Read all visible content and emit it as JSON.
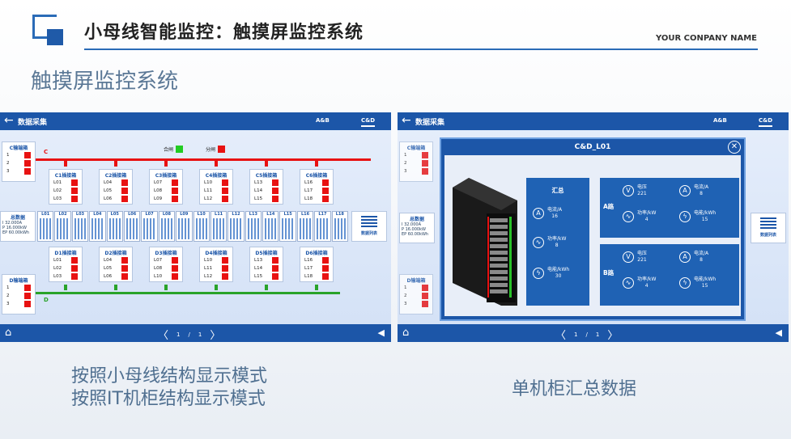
{
  "header": {
    "title": "小母线智能监控：触摸屏监控系统",
    "company": "YOUR CONPANY NAME",
    "subtitle": "触摸屏监控系统"
  },
  "common": {
    "back_icon": "←",
    "screen_title": "数据采集",
    "tab_ab": "A&B",
    "tab_cd": "C&D",
    "home_icon": "⌂",
    "prev_icon": "〈",
    "next_icon": "〉",
    "page_current": "1",
    "page_sep": "/",
    "page_total": "1",
    "sound_icon": "◀"
  },
  "left": {
    "bus_c": "C",
    "bus_d": "D",
    "legend_on": "合闸",
    "legend_off": "分闸",
    "c_cabinet": {
      "title": "C输端箱",
      "rows": [
        "1",
        "2",
        "3"
      ]
    },
    "d_cabinet": {
      "title": "D输端箱",
      "rows": [
        "1",
        "2",
        "3"
      ]
    },
    "c_boxes": [
      {
        "title": "C1插接箱",
        "rows": [
          "L01",
          "L02",
          "L03"
        ]
      },
      {
        "title": "C2插接箱",
        "rows": [
          "L04",
          "L05",
          "L06"
        ]
      },
      {
        "title": "C3插接箱",
        "rows": [
          "L07",
          "L08",
          "L09"
        ]
      },
      {
        "title": "C4插接箱",
        "rows": [
          "L10",
          "L11",
          "L12"
        ]
      },
      {
        "title": "C5插接箱",
        "rows": [
          "L13",
          "L14",
          "L15"
        ]
      },
      {
        "title": "C6插接箱",
        "rows": [
          "L16",
          "L17",
          "L18"
        ]
      }
    ],
    "d_boxes": [
      {
        "title": "D1插接箱",
        "rows": [
          "L01",
          "L02",
          "L03"
        ]
      },
      {
        "title": "D2插接箱",
        "rows": [
          "L04",
          "L05",
          "L06"
        ]
      },
      {
        "title": "D3插接箱",
        "rows": [
          "L07",
          "L08",
          "L10"
        ]
      },
      {
        "title": "D4插接箱",
        "rows": [
          "L10",
          "L11",
          "L12"
        ]
      },
      {
        "title": "D5插接箱",
        "rows": [
          "L13",
          "L14",
          "L15"
        ]
      },
      {
        "title": "D6插接箱",
        "rows": [
          "L16",
          "L17",
          "L18"
        ]
      }
    ],
    "cells": [
      "L01",
      "L02",
      "L03",
      "L04",
      "L05",
      "L06",
      "L07",
      "L08",
      "L09",
      "L10",
      "L11",
      "L12",
      "L13",
      "L14",
      "L15",
      "L16",
      "L17",
      "L18"
    ],
    "total": {
      "title": "总数据",
      "i": "32.000A",
      "p": "16.000kW",
      "ep": "60.00kWh",
      "i_label": "I",
      "p_label": "P",
      "ep_label": "EP"
    },
    "list_label": "数据列表"
  },
  "right": {
    "modal_title": "C&D_L01",
    "close_icon": "✕",
    "summary": {
      "title": "汇总",
      "current_label": "电流/A",
      "current": "16",
      "power_label": "功率/kW",
      "power": "8",
      "energy_label": "电能/kWh",
      "energy": "30"
    },
    "a_route": {
      "title": "A路",
      "voltage_label": "电压",
      "voltage": "221",
      "current_label": "电流/A",
      "current": "8",
      "power_label": "功率/kW",
      "power": "4",
      "energy_label": "电能/kWh",
      "energy": "15"
    },
    "b_route": {
      "title": "B路",
      "voltage_label": "电压",
      "voltage": "221",
      "current_label": "电流/A",
      "current": "8",
      "power_label": "功率/kW",
      "power": "4",
      "energy_label": "电能/kWh",
      "energy": "15"
    }
  },
  "captions": {
    "left_line1": "按照小母线结构显示模式",
    "left_line2": "按照IT机柜结构显示模式",
    "right": "单机柜汇总数据"
  },
  "colors": {
    "accent": "#1c56a8",
    "bus_red": "#e81212",
    "bus_green": "#29a329",
    "on": "#22cc22",
    "off": "#e81212"
  }
}
